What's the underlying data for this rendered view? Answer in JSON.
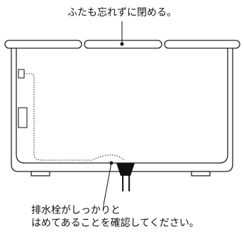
{
  "labels": {
    "lid_note": "ふたも忘れずに閉める。",
    "drain_note_line1": "排水栓がしっかりと",
    "drain_note_line2": "はめてあることを確認してください。"
  }
}
